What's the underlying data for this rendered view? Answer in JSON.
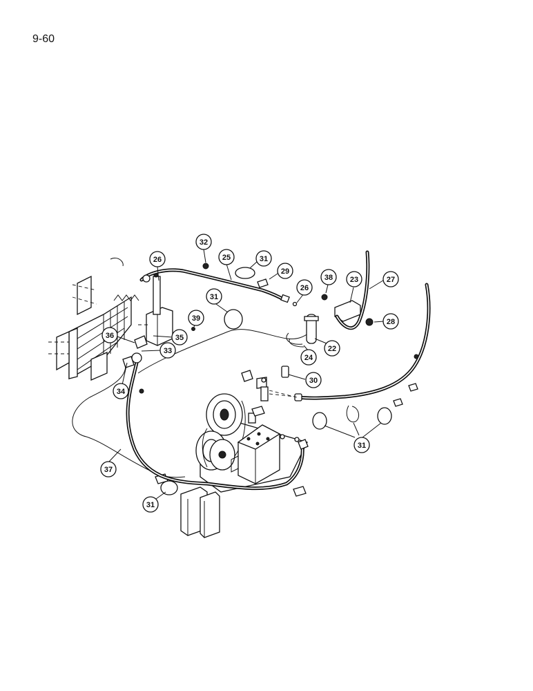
{
  "page_number": "9-60",
  "callouts": [
    "32",
    "25",
    "31",
    "26",
    "29",
    "26",
    "38",
    "23",
    "27",
    "31",
    "39",
    "36",
    "35",
    "33",
    "24",
    "22",
    "28",
    "34",
    "30",
    "31",
    "37",
    "31"
  ]
}
